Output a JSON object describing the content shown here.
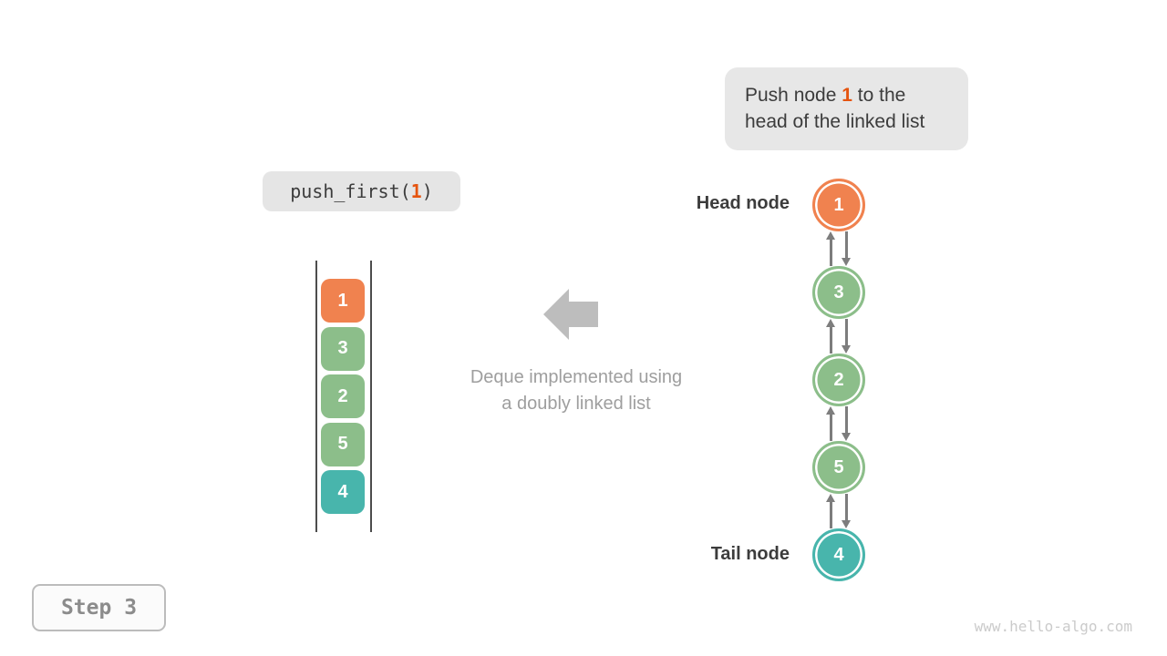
{
  "annotation": {
    "prefix": "Push node ",
    "highlight": "1",
    "suffix": " to the head of the linked list"
  },
  "code": {
    "prefix": "push_first(",
    "highlight": "1",
    "suffix": ")"
  },
  "stack": {
    "items": [
      {
        "value": "1",
        "color": "#f0824f"
      },
      {
        "value": "3",
        "color": "#8cbe8a"
      },
      {
        "value": "2",
        "color": "#8cbe8a"
      },
      {
        "value": "5",
        "color": "#8cbe8a"
      },
      {
        "value": "4",
        "color": "#48b5ac"
      }
    ]
  },
  "caption": {
    "line1": "Deque implemented using",
    "line2": "a doubly linked list"
  },
  "linked_list": {
    "head_label": "Head node",
    "tail_label": "Tail node",
    "nodes": [
      {
        "value": "1",
        "color": "#f0824f"
      },
      {
        "value": "3",
        "color": "#8cbe8a"
      },
      {
        "value": "2",
        "color": "#8cbe8a"
      },
      {
        "value": "5",
        "color": "#8cbe8a"
      },
      {
        "value": "4",
        "color": "#48b5ac"
      }
    ]
  },
  "step": {
    "label": "Step 3"
  },
  "watermark": {
    "text": "www.hello-algo.com"
  },
  "colors": {
    "highlight_text": "#e5540f",
    "node_orange": "#f0824f",
    "node_green": "#8cbe8a",
    "node_teal": "#48b5ac",
    "arrow_gray": "#7d7d7d",
    "big_arrow_gray": "#bdbdbd",
    "caption_gray": "#9e9e9e",
    "box_bg": "#e7e7e7",
    "dark_text": "#3c3c3c"
  }
}
